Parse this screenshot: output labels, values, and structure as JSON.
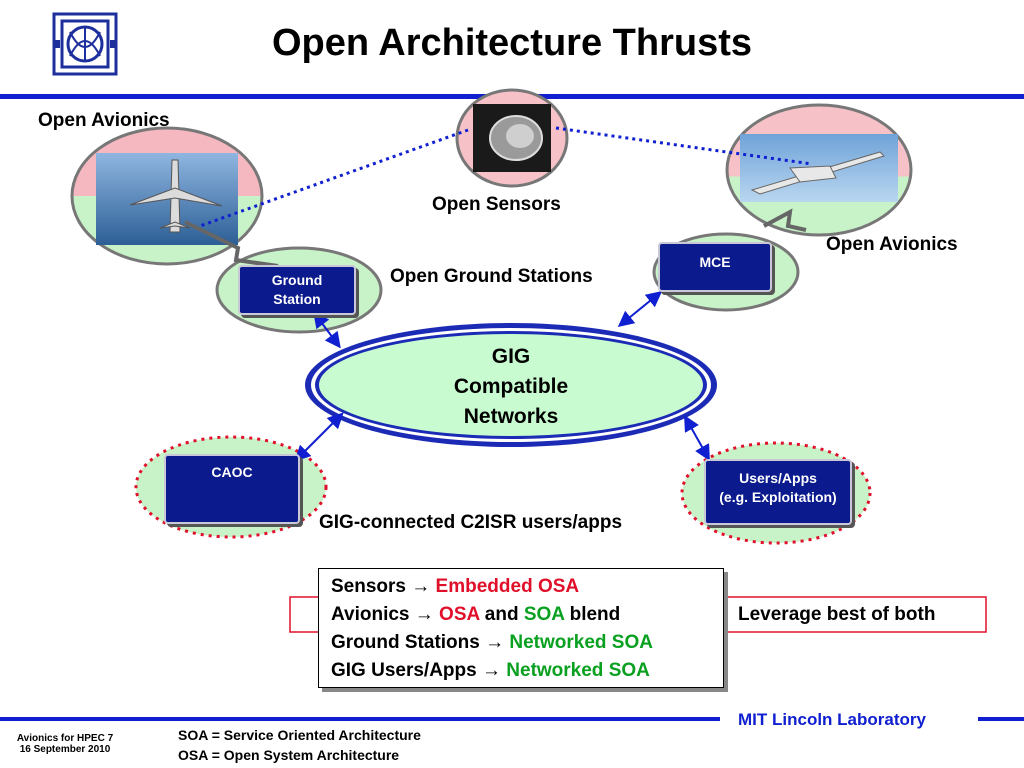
{
  "title": "Open Architecture Thrusts",
  "labels": {
    "open_avionics_left": "Open Avionics",
    "open_avionics_right": "Open Avionics",
    "open_sensors": "Open Sensors",
    "open_ground_stations": "Open Ground Stations",
    "gig_users": "GIG-connected C2ISR users/apps",
    "leverage": "Leverage best of both"
  },
  "nodes": {
    "ground_station": "Ground Station",
    "mce": "MCE",
    "caoc": "CAOC",
    "users_apps_line1": "Users/Apps",
    "users_apps_line2": "(e.g. Exploitation)"
  },
  "gig": {
    "line1": "GIG",
    "line2": "Compatible",
    "line3": "Networks"
  },
  "osa_box": {
    "rows": [
      {
        "label": "Sensors",
        "arrow": "→",
        "parts": [
          {
            "text": "Embedded OSA",
            "color": "red"
          }
        ]
      },
      {
        "label": "Avionics",
        "arrow": "→",
        "parts": [
          {
            "text": "OSA",
            "color": "red"
          },
          {
            "text": " and ",
            "color": "black"
          },
          {
            "text": "SOA",
            "color": "green"
          },
          {
            "text": " blend",
            "color": "black"
          }
        ]
      },
      {
        "label": "Ground Stations",
        "arrow": "→",
        "parts": [
          {
            "text": "Networked SOA",
            "color": "green"
          }
        ]
      },
      {
        "label": "GIG Users/Apps",
        "arrow": "→",
        "parts": [
          {
            "text": "Networked SOA",
            "color": "green"
          }
        ]
      }
    ]
  },
  "footer": {
    "lab": "MIT Lincoln Laboratory",
    "slide_id": "Avionics for HPEC",
    "slide_num": "7",
    "date": "16 September 2010",
    "def1": "SOA = Service Oriented Architecture",
    "def2": "OSA = Open System Architecture"
  },
  "colors": {
    "accent_blue": "#1020d0",
    "node_blue": "#0b1a8c",
    "red": "#e0102a",
    "green": "#0aa020",
    "pink_fill": "#f7c2c7",
    "green_fill": "#c8f2c8",
    "network_fill": "#c8fcd0"
  }
}
